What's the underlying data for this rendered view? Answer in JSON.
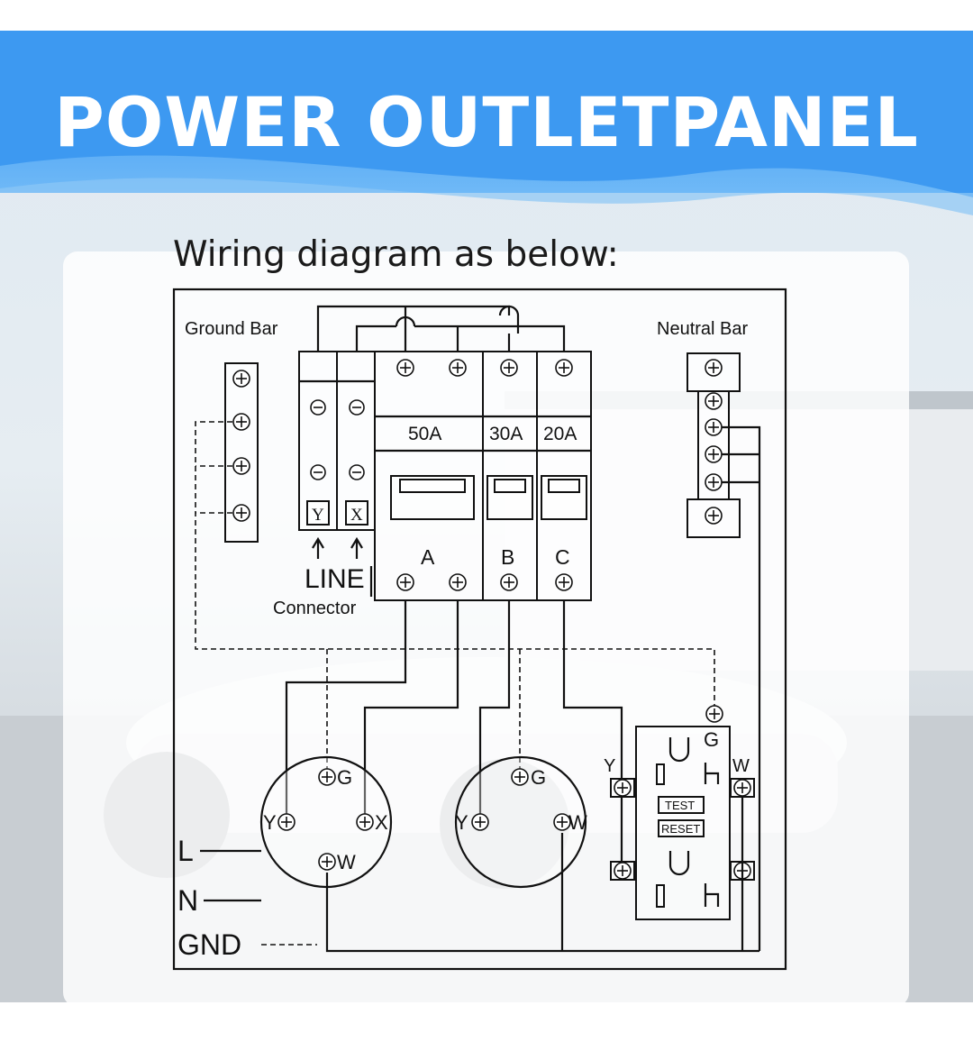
{
  "banner": {
    "title": "POWER OUTLETPANEL",
    "accent": "#2f8ff0",
    "accent_light": "#6fb9f7"
  },
  "panel": {
    "subtitle": "Wiring diagram as below:"
  },
  "diagram": {
    "ground_bar_label": "Ground Bar",
    "neutral_bar_label": "Neutral Bar",
    "line_terminal_y": "Y",
    "line_terminal_x": "X",
    "line_label": "LINE",
    "connector_label": "Connector",
    "breakers": [
      {
        "rating": "50A",
        "letter": "A"
      },
      {
        "rating": "30A",
        "letter": "B"
      },
      {
        "rating": "20A",
        "letter": "C"
      }
    ],
    "outlet_50a": {
      "g": "G",
      "y": "Y",
      "x": "X",
      "w": "W"
    },
    "outlet_30a": {
      "g": "G",
      "y": "Y",
      "w": "W"
    },
    "gfci": {
      "g": "G",
      "y": "Y",
      "w": "W",
      "test": "TEST",
      "reset": "RESET"
    },
    "legend": {
      "l": "L",
      "n": "N",
      "gnd": "GND"
    }
  }
}
